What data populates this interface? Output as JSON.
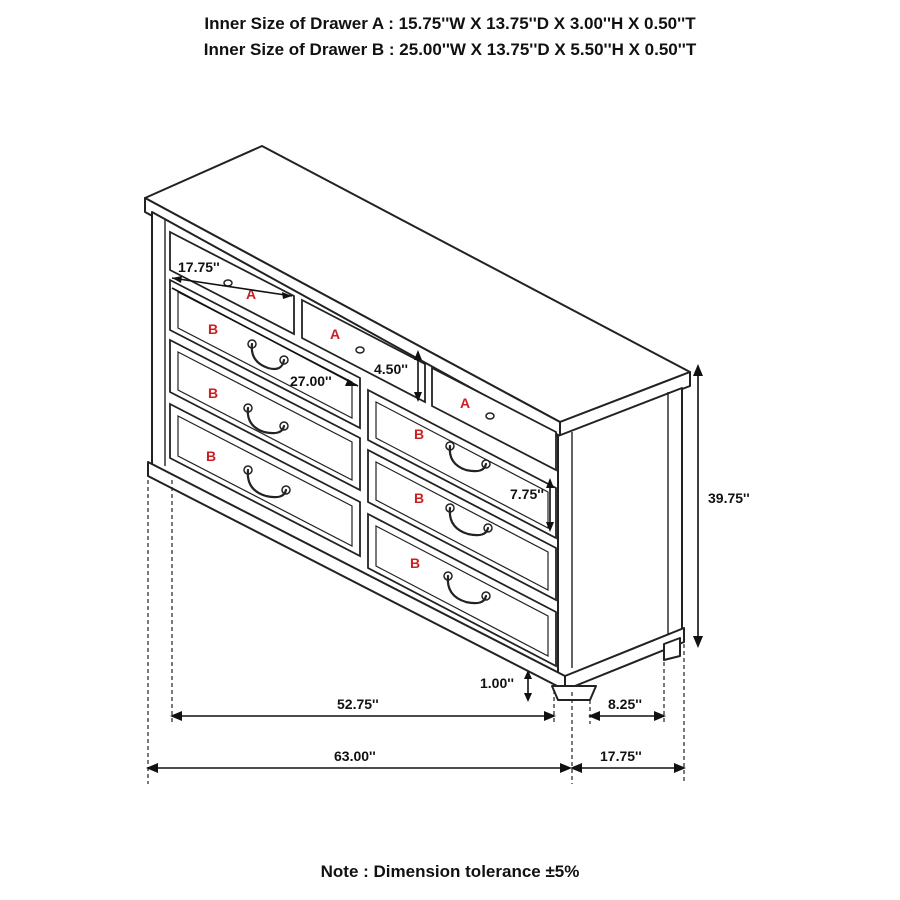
{
  "header": {
    "drawer_a_spec": "Inner Size of Drawer A : 15.75''W X 13.75''D X 3.00''H X 0.50''T",
    "drawer_b_spec": "Inner Size of Drawer B : 25.00''W X 13.75''D X 5.50''H X 0.50''T"
  },
  "drawer_labels": {
    "a": "A",
    "b": "B"
  },
  "dimensions": {
    "top_drawer_width": "17.75''",
    "wide_drawer_width": "27.00''",
    "top_drawer_height": "4.50''",
    "drawer_height": "7.75''",
    "overall_height": "39.75''",
    "foot_height": "1.00''",
    "inner_width": "52.75''",
    "overall_width": "63.00''",
    "foot_depth": "8.25''",
    "overall_depth": "17.75''"
  },
  "footer": {
    "note": "Note : Dimension tolerance ±5%"
  },
  "colors": {
    "line": "#222222",
    "label_red": "#cc1f1f"
  }
}
